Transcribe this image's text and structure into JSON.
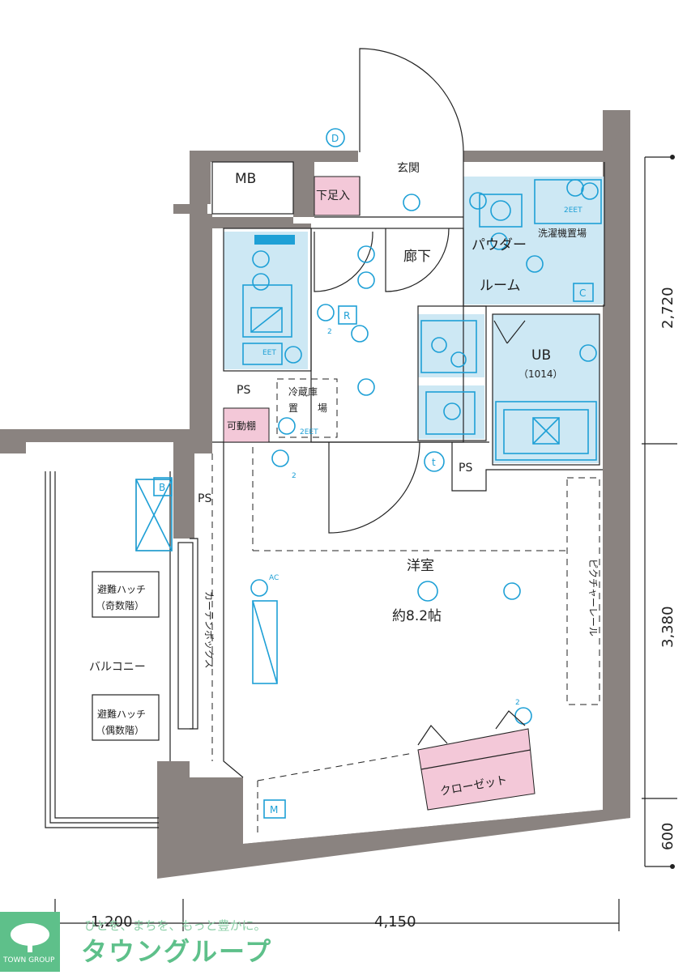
{
  "rooms": {
    "mb": "MB",
    "genkan": "玄関",
    "shitasokuire": "下足入",
    "rouka": "廊下",
    "powder_1": "パウダー",
    "powder_2": "ルーム",
    "sentakuki": "洗濯機置場",
    "ub": "UB",
    "ub_size": "（1014）",
    "ps1": "PS",
    "ps2": "PS",
    "ps3": "PS",
    "reizouko_1": "冷蔵庫",
    "reizouko_2": "置",
    "reizouko_3": "場",
    "kadoudana": "可動棚",
    "youshitsu": "洋室",
    "youshitsu_size": "約8.2帖",
    "picture_rail": "ピクチャーレール",
    "curtain_box": "カーテンボックス",
    "closet": "クローゼット",
    "balcony": "バルコニー",
    "hatch1_1": "避難ハッチ",
    "hatch1_2": "（奇数階）",
    "hatch2_1": "避難ハッチ",
    "hatch2_2": "（偶数階）"
  },
  "symbols": {
    "d": "D",
    "r": "R",
    "c": "C",
    "b": "B",
    "m": "M",
    "t": "t",
    "ac": "AC",
    "two": "2",
    "eet": "2EET",
    "eet2": "EET"
  },
  "dimensions": {
    "right_1": "2,720",
    "right_2": "3,380",
    "right_3": "600",
    "bottom_1": "1,200",
    "bottom_2": "4,150"
  },
  "logo": {
    "tagline": "ひとを、まちを、もっと豊かに。",
    "name": "タウングループ",
    "sub": "TOWN GROUP"
  }
}
